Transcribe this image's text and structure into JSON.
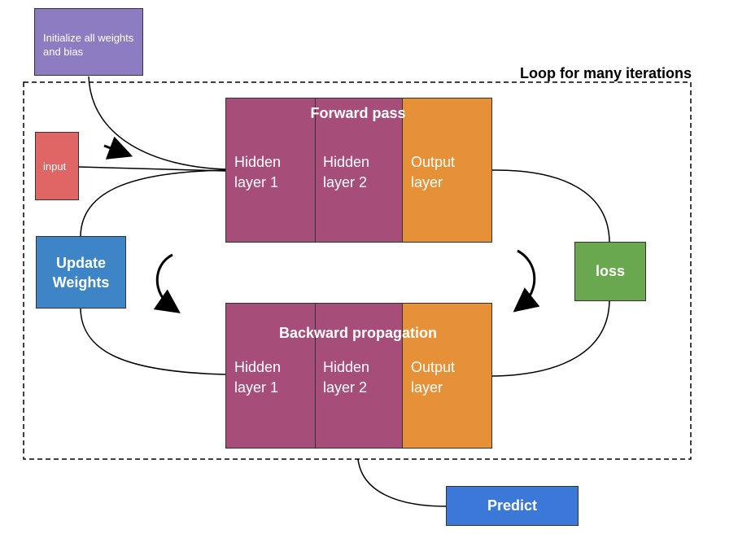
{
  "colors": {
    "init": "#8e7cc3",
    "input": "#e06666",
    "hidden": "#a64d79",
    "output": "#e69138",
    "update": "#3d85c6",
    "loss": "#6aa84f",
    "predict": "#3c78d8",
    "line": "#000000"
  },
  "init_box": {
    "label": "Initialize all weights and bias"
  },
  "input_box": {
    "label": "input"
  },
  "loop_title": "Loop for many iterations",
  "forward_block": {
    "title": "Forward pass",
    "hidden1": "Hidden layer 1",
    "hidden2": "Hidden layer 2",
    "output": "Output layer"
  },
  "backward_block": {
    "title": "Backward propagation",
    "hidden1": "Hidden layer 1",
    "hidden2": "Hidden layer 2",
    "output": "Output layer"
  },
  "update_box": {
    "label": "Update Weights"
  },
  "loss_box": {
    "label": "loss"
  },
  "predict_box": {
    "label": "Predict"
  }
}
